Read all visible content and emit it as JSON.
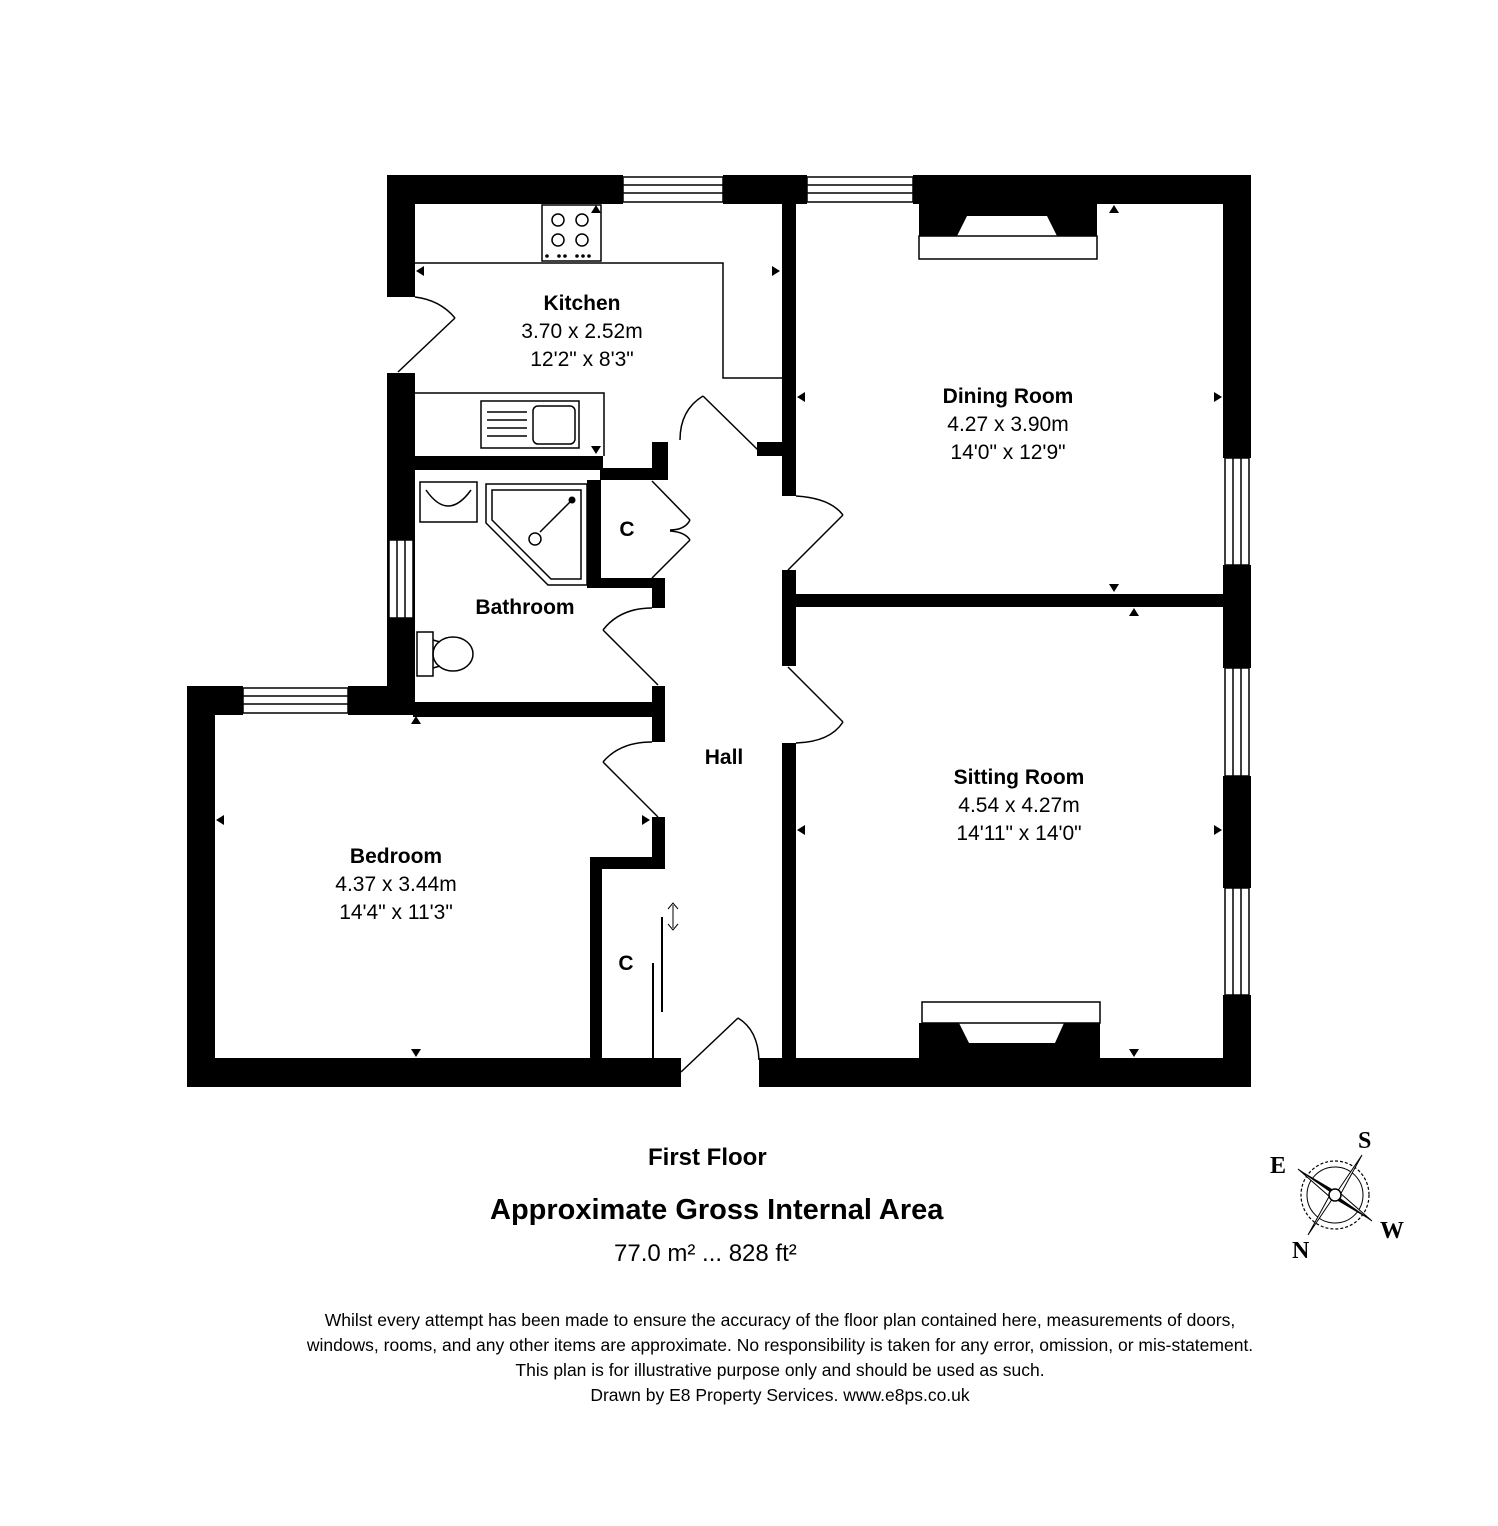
{
  "rooms": {
    "kitchen": {
      "name": "Kitchen",
      "metric": "3.70 x 2.52m",
      "imperial": "12'2\" x 8'3\""
    },
    "dining": {
      "name": "Dining Room",
      "metric": "4.27 x 3.90m",
      "imperial": "14'0\" x 12'9\""
    },
    "bathroom": {
      "name": "Bathroom"
    },
    "cupboard1": {
      "name": "C"
    },
    "cupboard2": {
      "name": "C"
    },
    "hall": {
      "name": "Hall"
    },
    "sitting": {
      "name": "Sitting Room",
      "metric": "4.54 x 4.27m",
      "imperial": "14'11\" x 14'0\""
    },
    "bedroom": {
      "name": "Bedroom",
      "metric": "4.37 x 3.44m",
      "imperial": "14'4\" x 11'3\""
    }
  },
  "floor_name": "First Floor",
  "area": {
    "title": "Approximate Gross Internal Area",
    "value": "77.0 m² ... 828 ft²"
  },
  "disclaimer": [
    "Whilst every attempt has been made to ensure the accuracy of the floor plan contained here, measurements of doors,",
    "windows, rooms, and any other items are approximate. No responsibility is taken for any error, omission, or mis-statement.",
    "This plan is for illustrative purpose only and should be used as such.",
    "Drawn by E8 Property Services. www.e8ps.co.uk"
  ],
  "compass": {
    "north": "N",
    "south": "S",
    "east": "E",
    "west": "W"
  },
  "colors": {
    "wall": "#000000",
    "background": "#ffffff"
  }
}
